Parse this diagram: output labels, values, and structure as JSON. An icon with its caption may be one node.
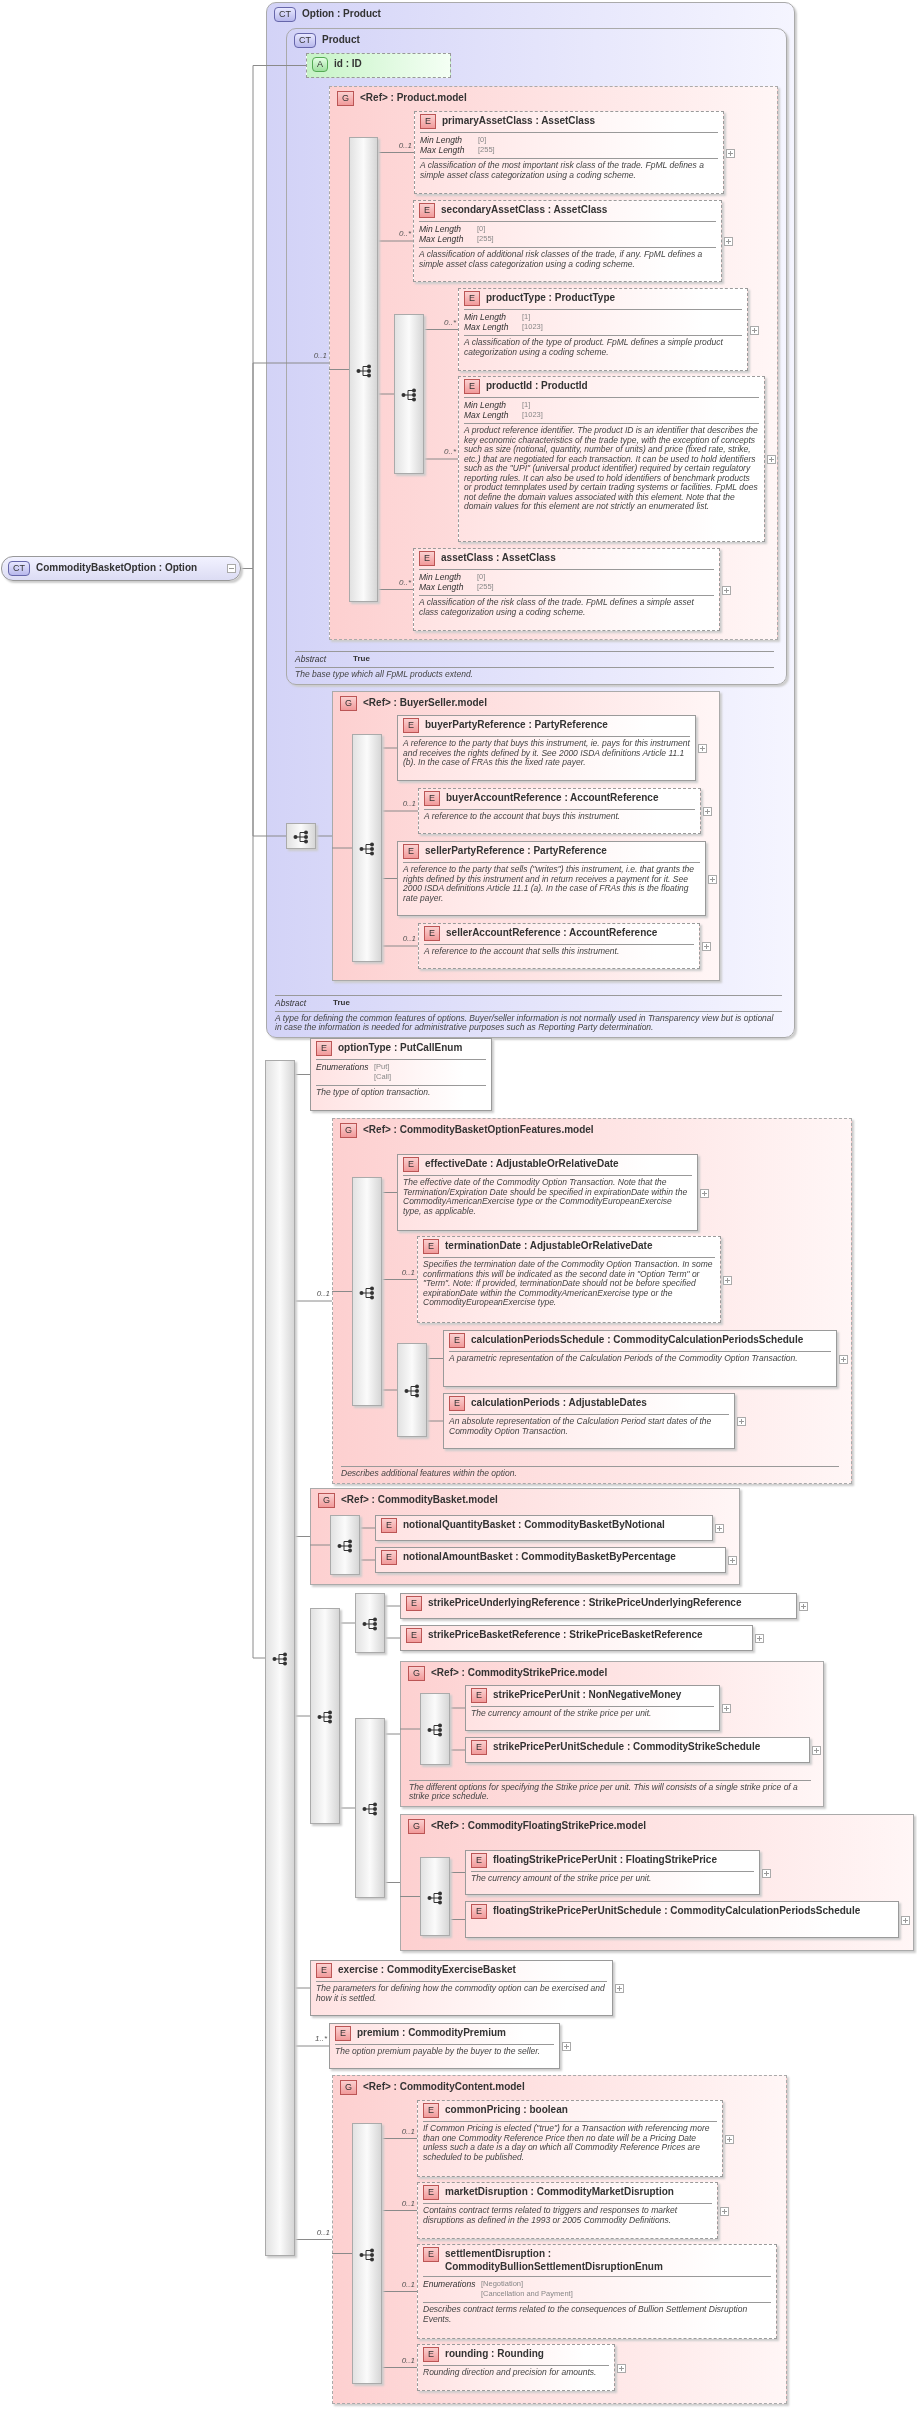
{
  "diagram": {
    "nodes": [
      {
        "text": [
          "CT",
          "CommodityBasketOption : Option"
        ]
      },
      {
        "text": [
          "CT",
          "Option : Product",
          "Abstract",
          "True",
          "A type for defining the common features of options. Buyer/seller information is not normally used in Transparency view but is optional in case the information is needed for administrative purposes such as Reporting Party determination."
        ]
      },
      {
        "text": [
          "CT",
          "Product",
          "Abstract",
          "True",
          "The base type which all FpML products extend."
        ],
        "in": 1
      },
      {
        "text": [
          "A",
          "id : ID"
        ],
        "in": 2
      },
      {
        "text": [
          "G",
          "<Ref> : Product.model"
        ],
        "in": 2,
        "beside": [
          "0..1"
        ]
      },
      {
        "text": [],
        "shape": "box",
        "in": 4
      },
      {
        "text": [
          "E",
          "primaryAssetClass : AssetClass",
          "Min Length",
          "[0]",
          "Max Length",
          "[255]",
          "A classification of the most important risk class of the trade. FpML defines a simple asset class categorization using a coding scheme."
        ],
        "in": 4,
        "beside": [
          "0..1"
        ]
      },
      {
        "text": [
          "E",
          "secondaryAssetClass : AssetClass",
          "Min Length",
          "[0]",
          "Max Length",
          "[255]",
          "A classification of additional risk classes of the trade, if any. FpML defines a simple asset class categorization using a coding scheme."
        ],
        "in": 4,
        "beside": [
          "0..*"
        ]
      },
      {
        "text": [],
        "shape": "box",
        "in": 4
      },
      {
        "text": [
          "E",
          "productType : ProductType",
          "Min Length",
          "[1]",
          "Max Length",
          "[1023]",
          "A classification of the type of product. FpML defines a simple product categorization using a coding scheme."
        ],
        "in": 4,
        "beside": [
          "0..*"
        ]
      },
      {
        "text": [
          "E",
          "productId : ProductId",
          "Min Length",
          "[1]",
          "Max Length",
          "[1023]",
          "A product reference identifier. The product ID is an identifier that describes the key economic characteristics of the trade type, with the exception of concepts such as size (notional, quantity, number of units) and price (fixed rate, strike, etc.) that are negotiated for each transaction. It can be used to hold identifiers such as the \"UPI\" (universal product identifier) required by certain regulatory reporting rules. It can also be used to hold identifiers of benchmark products or product temnplates used by certain trading systems or facilities. FpML does not define the domain values associated with this element. Note that the domain values for this element are not strictly an enumerated list."
        ],
        "in": 4,
        "beside": [
          "0..*"
        ]
      },
      {
        "text": [
          "E",
          "assetClass : AssetClass",
          "Min Length",
          "[0]",
          "Max Length",
          "[255]",
          "A classification of the risk class of the trade. FpML defines a simple asset class categorization using a coding scheme."
        ],
        "in": 4,
        "beside": [
          "0..*"
        ]
      },
      {
        "text": [],
        "shape": "box",
        "in": 1
      },
      {
        "text": [
          "G",
          "<Ref> : BuyerSeller.model"
        ],
        "in": 1
      },
      {
        "text": [],
        "shape": "box",
        "in": 13
      },
      {
        "text": [
          "E",
          "buyerPartyReference : PartyReference",
          "A reference to the party that buys this instrument, ie. pays for this instrument and receives the rights defined by it. See 2000 ISDA definitions Article 11.1 (b). In the case of FRAs this the fixed rate payer."
        ],
        "in": 13
      },
      {
        "text": [
          "E",
          "buyerAccountReference : AccountReference",
          "A reference to the account that buys this instrument."
        ],
        "in": 13,
        "beside": [
          "0..1"
        ]
      },
      {
        "text": [
          "E",
          "sellerPartyReference : PartyReference",
          "A reference to the party that sells (\"writes\") this instrument, i.e. that grants the rights defined by this instrument and in return receives a payment for it. See 2000 ISDA definitions Article 11.1 (a). In the case of FRAs this is the floating rate payer."
        ],
        "in": 13
      },
      {
        "text": [
          "E",
          "sellerAccountReference : AccountReference",
          "A reference to the account that sells this instrument."
        ],
        "in": 13,
        "beside": [
          "0..1"
        ]
      },
      {
        "text": [],
        "shape": "box"
      },
      {
        "text": [
          "E",
          "optionType : PutCallEnum",
          "Enumerations",
          "[Put]",
          "[Call]",
          "The type of option transaction."
        ]
      },
      {
        "text": [
          "G",
          "<Ref> : CommodityBasketOptionFeatures.model",
          "Describes additional features within the option."
        ],
        "beside": [
          "0..1"
        ]
      },
      {
        "text": [],
        "shape": "box",
        "in": 21
      },
      {
        "text": [
          "E",
          "effectiveDate : AdjustableOrRelativeDate",
          "The effective date of the Commodity Option Transaction. Note that the Termination/Expiration Date should be specified in expirationDate within the CommodityAmericanExercise type or the CommodityEuropeanExercise type, as applicable."
        ],
        "in": 21
      },
      {
        "text": [
          "E",
          "terminationDate : AdjustableOrRelativeDate",
          "Specifies the termination date of the Commodity Option Transaction. In some confirmations this will be indicated as the second date in \"Option Term\" or \"Term\". Note: If provided, terminationDate should not be before specified expirationDate within the CommodityAmericanExercise type or the CommodityEuropeanExercise type."
        ],
        "in": 21,
        "beside": [
          "0..1"
        ]
      },
      {
        "text": [],
        "shape": "box",
        "in": 21
      },
      {
        "text": [
          "E",
          "calculationPeriodsSchedule : CommodityCalculationPeriodsSchedule",
          "A parametric representation of the Calculation Periods of the Commodity Option Transaction."
        ],
        "in": 21
      },
      {
        "text": [
          "E",
          "calculationPeriods : AdjustableDates",
          "An absolute representation of the Calculation Period start dates of the Commodity Option Transaction."
        ],
        "in": 21
      },
      {
        "text": [
          "G",
          "<Ref> : CommodityBasket.model"
        ]
      },
      {
        "text": [],
        "shape": "box",
        "in": 28
      },
      {
        "text": [
          "E",
          "notionalQuantityBasket : CommodityBasketByNotional"
        ],
        "in": 28
      },
      {
        "text": [
          "E",
          "notionalAmountBasket : CommodityBasketByPercentage"
        ],
        "in": 28
      },
      {
        "text": [],
        "shape": "box"
      },
      {
        "text": [],
        "shape": "box"
      },
      {
        "text": [
          "E",
          "strikePriceUnderlyingReference : StrikePriceUnderlyingReference"
        ]
      },
      {
        "text": [
          "E",
          "strikePriceBasketReference : StrikePriceBasketReference"
        ]
      },
      {
        "text": [],
        "shape": "box"
      },
      {
        "text": [
          "G",
          "<Ref> : CommodityStrikePrice.model",
          "The different options for specifying the Strike price per unit. This will consists of a single strike price of a strike price schedule."
        ]
      },
      {
        "text": [],
        "shape": "box",
        "in": 37
      },
      {
        "text": [
          "E",
          "strikePricePerUnit : NonNegativeMoney",
          "The currency amount of the strike price per unit."
        ],
        "in": 37
      },
      {
        "text": [
          "E",
          "strikePricePerUnitSchedule : CommodityStrikeSchedule"
        ],
        "in": 37
      },
      {
        "text": [
          "G",
          "<Ref> : CommodityFloatingStrikePrice.model"
        ]
      },
      {
        "text": [],
        "shape": "box",
        "in": 41
      },
      {
        "text": [
          "E",
          "floatingStrikePricePerUnit : FloatingStrikePrice",
          "The currency amount of the strike price per unit."
        ],
        "in": 41
      },
      {
        "text": [
          "E",
          "floatingStrikePricePerUnitSchedule : CommodityCalculationPeriodsSchedule"
        ],
        "in": 41
      },
      {
        "text": [
          "E",
          "exercise : CommodityExerciseBasket",
          "The parameters for defining how the commodity option can be exercised and how it is settled."
        ]
      },
      {
        "text": [
          "E",
          "premium : CommodityPremium",
          "The option premium payable by the buyer to the seller."
        ],
        "beside": [
          "1..*"
        ]
      },
      {
        "text": [
          "G",
          "<Ref> : CommodityContent.model"
        ],
        "beside": [
          "0..1"
        ]
      },
      {
        "text": [],
        "shape": "box",
        "in": 47
      },
      {
        "text": [
          "E",
          "commonPricing : boolean",
          "If Common Pricing is elected (\"true\") for a Transaction with referencing more than one Commodity Reference Price then no date will be a Pricing Date unless such a date is a day on which all Commodity Reference Prices are scheduled to be published."
        ],
        "in": 47,
        "beside": [
          "0..1"
        ]
      },
      {
        "text": [
          "E",
          "marketDisruption : CommodityMarketDisruption",
          "Contains contract terms related to triggers and responses to market disruptions as defined in the 1993 or 2005 Commodity Definitions."
        ],
        "in": 47,
        "beside": [
          "0..1"
        ]
      },
      {
        "text": [
          "E",
          "settlementDisruption : CommodityBullionSettlementDisruptionEnum",
          "Enumerations",
          "[Negotiation]",
          "[Cancellation and Payment]",
          "Describes contract terms related to the consequences of Bullion Settlement Disruption Events."
        ],
        "in": 47,
        "beside": [
          "0..1"
        ]
      },
      {
        "text": [
          "E",
          "rounding : Rounding",
          "Rounding direction and precision for amounts."
        ],
        "in": 47,
        "beside": [
          "0..1"
        ]
      }
    ],
    "edges": [
      {
        "from": 0,
        "to": 3,
        "arrow": "none"
      },
      {
        "from": 0,
        "to": 4,
        "arrow": "none"
      },
      {
        "from": 0,
        "to": 12,
        "arrow": "none"
      },
      {
        "from": 0,
        "to": 19,
        "arrow": "none"
      },
      {
        "from": 4,
        "to": 5,
        "arrow": "none"
      },
      {
        "from": 5,
        "to": 6,
        "arrow": "none"
      },
      {
        "from": 5,
        "to": 7,
        "arrow": "none"
      },
      {
        "from": 5,
        "to": 8,
        "arrow": "none"
      },
      {
        "from": 8,
        "to": 9,
        "arrow": "none"
      },
      {
        "from": 8,
        "to": 10,
        "arrow": "none"
      },
      {
        "from": 5,
        "to": 11,
        "arrow": "none"
      },
      {
        "from": 12,
        "to": 13,
        "arrow": "none"
      },
      {
        "from": 13,
        "to": 14,
        "arrow": "none"
      },
      {
        "from": 14,
        "to": 15,
        "arrow": "none"
      },
      {
        "from": 14,
        "to": 16,
        "arrow": "none"
      },
      {
        "from": 14,
        "to": 17,
        "arrow": "none"
      },
      {
        "from": 14,
        "to": 18,
        "arrow": "none"
      },
      {
        "from": 19,
        "to": 20,
        "arrow": "none"
      },
      {
        "from": 19,
        "to": 21,
        "arrow": "none"
      },
      {
        "from": 21,
        "to": 22,
        "arrow": "none"
      },
      {
        "from": 22,
        "to": 23,
        "arrow": "none"
      },
      {
        "from": 22,
        "to": 24,
        "arrow": "none"
      },
      {
        "from": 22,
        "to": 25,
        "arrow": "none"
      },
      {
        "from": 25,
        "to": 26,
        "arrow": "none"
      },
      {
        "from": 25,
        "to": 27,
        "arrow": "none"
      },
      {
        "from": 19,
        "to": 28,
        "arrow": "none"
      },
      {
        "from": 28,
        "to": 29,
        "arrow": "none"
      },
      {
        "from": 29,
        "to": 30,
        "arrow": "none"
      },
      {
        "from": 29,
        "to": 31,
        "arrow": "none"
      },
      {
        "from": 19,
        "to": 32,
        "arrow": "none"
      },
      {
        "from": 32,
        "to": 33,
        "arrow": "none"
      },
      {
        "from": 33,
        "to": 34,
        "arrow": "none"
      },
      {
        "from": 33,
        "to": 35,
        "arrow": "none"
      },
      {
        "from": 32,
        "to": 36,
        "arrow": "none"
      },
      {
        "from": 36,
        "to": 37,
        "arrow": "none"
      },
      {
        "from": 37,
        "to": 38,
        "arrow": "none"
      },
      {
        "from": 38,
        "to": 39,
        "arrow": "none"
      },
      {
        "from": 38,
        "to": 40,
        "arrow": "none"
      },
      {
        "from": 36,
        "to": 41,
        "arrow": "none"
      },
      {
        "from": 41,
        "to": 42,
        "arrow": "none"
      },
      {
        "from": 42,
        "to": 43,
        "arrow": "none"
      },
      {
        "from": 42,
        "to": 44,
        "arrow": "none"
      },
      {
        "from": 19,
        "to": 45,
        "arrow": "none"
      },
      {
        "from": 19,
        "to": 46,
        "arrow": "none"
      },
      {
        "from": 19,
        "to": 47,
        "arrow": "none"
      },
      {
        "from": 47,
        "to": 48,
        "arrow": "none"
      },
      {
        "from": 48,
        "to": 49,
        "arrow": "none"
      },
      {
        "from": 48,
        "to": 50,
        "arrow": "none"
      },
      {
        "from": 48,
        "to": 51,
        "arrow": "none"
      },
      {
        "from": 48,
        "to": 52,
        "arrow": "none"
      }
    ]
  }
}
